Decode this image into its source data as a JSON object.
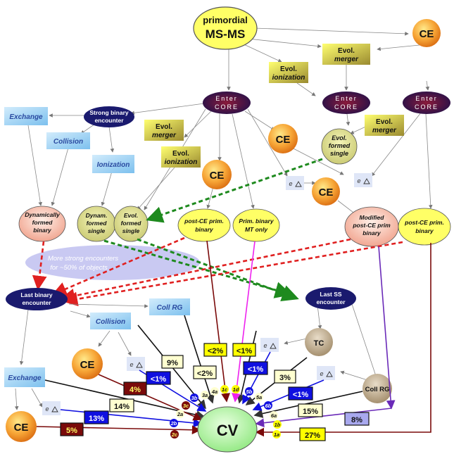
{
  "nodes": {
    "primordial_line1": "primordial",
    "primordial_line2": "MS-MS",
    "ce_top": "CE",
    "evol_merger_top_1": "Evol.",
    "evol_merger_top_2": "merger",
    "evol_ionization_mid_1": "Evol.",
    "evol_ionization_mid_2": "ionization",
    "enter_core_left_1": "Enter",
    "enter_core_left_2": "CORE",
    "enter_core_mid_1": "Enter",
    "enter_core_mid_2": "CORE",
    "enter_core_right_1": "Enter",
    "enter_core_right_2": "CORE",
    "exchange_top": "Exchange",
    "strong_binary_1": "Strong binary",
    "strong_binary_2": "encounter",
    "collision_top": "Collision",
    "ionization_left": "Ionization",
    "evol_merger_left_1": "Evol.",
    "evol_merger_left_2": "merger",
    "evol_ionization_left_1": "Evol.",
    "evol_ionization_left_2": "ionization",
    "ce_mid": "CE",
    "ce_center": "CE",
    "ce_right": "CE",
    "evol_merger_right_1": "Evol.",
    "evol_merger_right_2": "merger",
    "evol_formed_single_right_1": "Evol.",
    "evol_formed_single_right_2": "formed",
    "evol_formed_single_right_3": "single",
    "ejected_label": "e",
    "dyn_formed_binary_1": "Dynamically",
    "dyn_formed_binary_2": "formed",
    "dyn_formed_binary_3": "binary",
    "dynam_formed_single_1": "Dynam.",
    "dynam_formed_single_2": "formed",
    "dynam_formed_single_3": "single",
    "evol_formed_single_left_1": "Evol.",
    "evol_formed_single_left_2": "formed",
    "evol_formed_single_left_3": "single",
    "post_ce_prim_binary_1": "post-CE prim.",
    "post_ce_prim_binary_2": "binary",
    "prim_binary_mt_1": "Prim. binary",
    "prim_binary_mt_2": "MT only",
    "modified_post_ce_1": "Modified",
    "modified_post_ce_2": "post-CE prim",
    "modified_post_ce_3": "binary",
    "post_ce_prim_binary_right_1": "post-CE prim.",
    "post_ce_prim_binary_right_2": "binary",
    "strong_enc_note_1": "More strong encounters",
    "strong_enc_note_2": "for ~50% of objects",
    "last_binary_1": "Last binary",
    "last_binary_2": "encounter",
    "coll_rg_top": "Coll RG",
    "last_ss_1": "Last SS",
    "last_ss_2": "encounter",
    "collision_lower": "Collision",
    "ce_lower": "CE",
    "exchange_lower": "Exchange",
    "ce_bottom": "CE",
    "tc": "TC",
    "coll_rg_bottom": "Coll RG",
    "cv": "CV"
  },
  "percentages": {
    "p_2pct_a": "<2%",
    "p_1pct_a": "<1%",
    "p_1pct_b": "<1%",
    "p_9pct": "9%",
    "p_2pct_b": "<2%",
    "p_1pct_c": "<1%",
    "p_3pct": "3%",
    "p_1pct_d": "<1%",
    "p_4pct": "4%",
    "p_14pct": "14%",
    "p_15pct": "15%",
    "p_13pct": "13%",
    "p_8pct": "8%",
    "p_5pct": "5%",
    "p_27pct": "27%"
  },
  "channels": {
    "c1a": "1a",
    "c1b": "1b",
    "c1c": "1c",
    "c1d": "1d",
    "c2a": "2a",
    "c2b": "2b",
    "c2c": "2c",
    "c3a": "3a",
    "c3b": "3b",
    "c3c": "3c",
    "c4a": "4a",
    "c5a": "5a",
    "c5b": "5b",
    "c6a": "6a",
    "c6b": "6b"
  },
  "colors": {
    "navy": "#1a1a6e",
    "yellow_node": "#ffff66",
    "olive_node": "#d9d98a",
    "ce_orange": "#f59a2a",
    "blue_box": "#8ecbf0",
    "green_arrow": "#1e8a1e",
    "red_arrow": "#e02020",
    "cv_green": "#aef2a0",
    "pct_yellow": "#ffff00",
    "pct_cream": "#ffffd0",
    "pct_blue": "#1010e0",
    "pct_darkred": "#7a0a0a",
    "pct_lavender": "#a8a8ee"
  }
}
